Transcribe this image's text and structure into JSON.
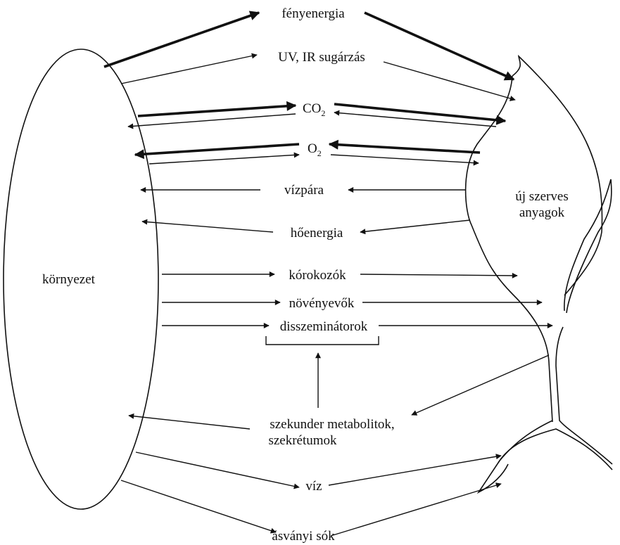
{
  "environment_label": "környezet",
  "plant_label_line1": "új szerves",
  "plant_label_line2": "anyagok",
  "flows": {
    "light_energy": "fényenergia",
    "uv_ir": "UV, IR sugárzás",
    "co2_base": "CO",
    "co2_sub": "2",
    "o2_base": "O",
    "o2_sub": "2",
    "water_vapor": "vízpára",
    "heat_energy": "hőenergia",
    "pathogens": "kórokozók",
    "herbivores": "növényevők",
    "disseminators": "disszeminátorok",
    "secondary_line1": "szekunder metabolitok,",
    "secondary_line2": "szekrétumok",
    "water": "víz",
    "minerals": "ásványi sók"
  },
  "colors": {
    "ink": "#111111",
    "background": "#ffffff"
  }
}
